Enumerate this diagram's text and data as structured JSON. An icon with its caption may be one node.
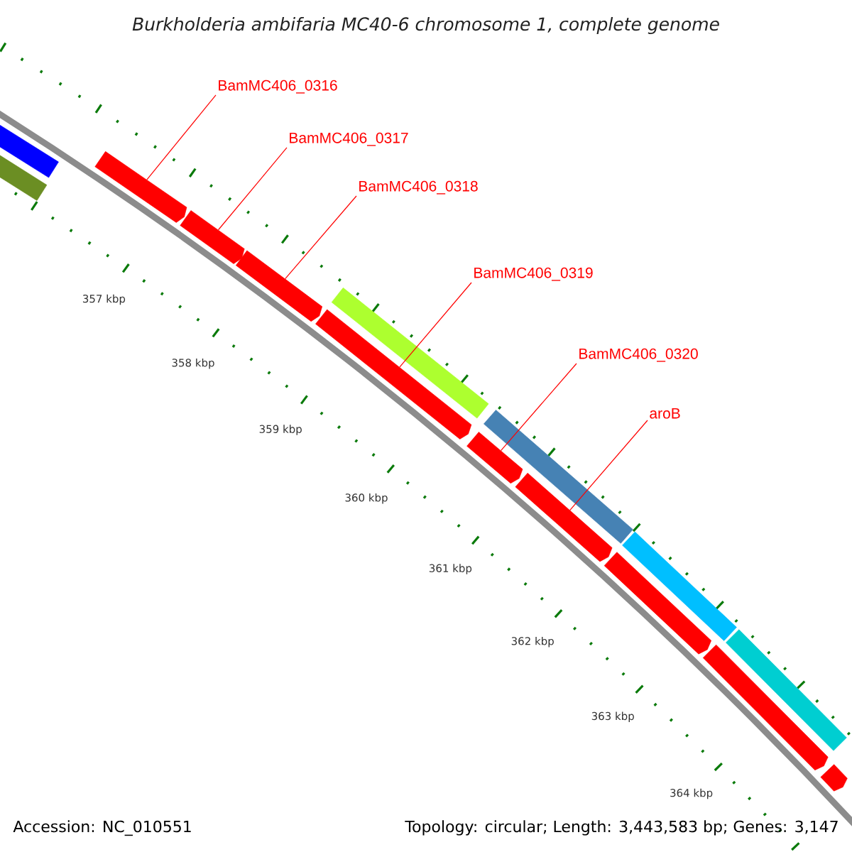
{
  "diagram": {
    "title": "Burkholderia ambifaria MC40-6 chromosome 1, complete genome",
    "nodes": [
      {
        "text": [
          "BamMC406_0316"
        ]
      },
      {
        "text": [
          "BamMC406_0317"
        ]
      },
      {
        "text": [
          "BamMC406_0318"
        ]
      },
      {
        "text": [
          "BamMC406_0319"
        ]
      },
      {
        "text": [
          "BamMC406_0320"
        ]
      },
      {
        "text": [
          "aroB"
        ]
      },
      {
        "text": [],
        "shape": "bar"
      },
      {
        "text": [],
        "shape": "bar"
      },
      {
        "text": [],
        "shape": "bar"
      },
      {
        "text": [],
        "shape": "bar"
      },
      {
        "text": [],
        "shape": "bar"
      },
      {
        "text": [],
        "shape": "bar"
      },
      {
        "text": [],
        "shape": "bar"
      },
      {
        "text": [],
        "shape": "bar"
      },
      {
        "text": [],
        "shape": "bar"
      },
      {
        "text": [],
        "shape": "bar"
      },
      {
        "text": [],
        "shape": "bar"
      },
      {
        "text": [],
        "shape": "bar"
      },
      {
        "text": [],
        "shape": "bar"
      },
      {
        "text": [],
        "shape": "bar"
      },
      {
        "text": [],
        "shape": "bar"
      }
    ],
    "edges": [
      {
        "from": 0,
        "to": 8,
        "arrow": "none"
      },
      {
        "from": 1,
        "to": 9,
        "arrow": "none"
      },
      {
        "from": 2,
        "to": 10,
        "arrow": "none"
      },
      {
        "from": 3,
        "to": 12,
        "arrow": "none"
      },
      {
        "from": 4,
        "to": 13,
        "arrow": "none"
      },
      {
        "from": 5,
        "to": 15,
        "arrow": "none"
      }
    ],
    "labels": [
      "357 kbp",
      "358 kbp",
      "359 kbp",
      "360 kbp",
      "361 kbp",
      "362 kbp",
      "363 kbp",
      "364 kbp",
      "Accession: NC_010551",
      "Topology: circular; Length: 3,443,583 bp; Genes: 3,147"
    ]
  }
}
